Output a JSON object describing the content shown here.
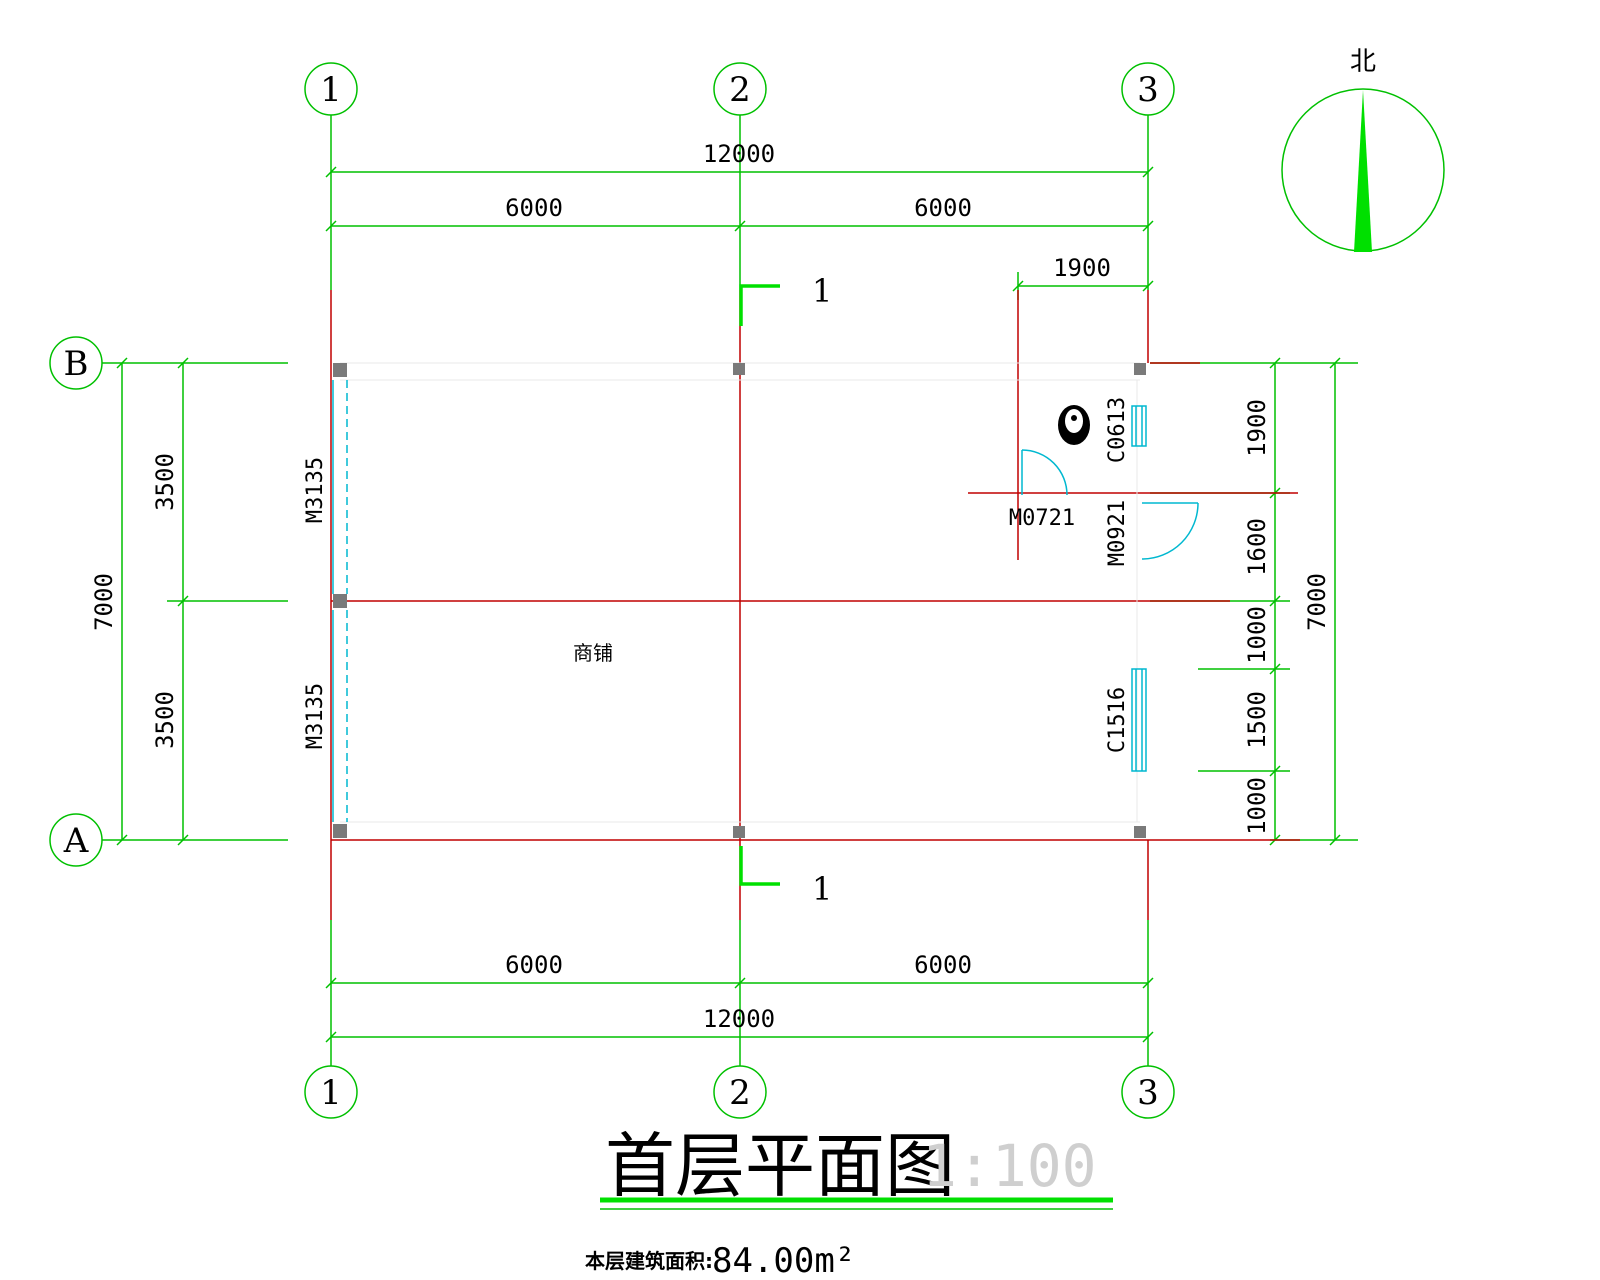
{
  "drawing": {
    "title": "首层平面图",
    "scale": "1:100",
    "area_label": "本层建筑面积:",
    "area_value": "84.00m²",
    "north_label": "北",
    "room_label": "商铺",
    "section_mark": "1"
  },
  "axes": {
    "vertical": [
      "1",
      "2",
      "3"
    ],
    "horizontal": [
      "A",
      "B"
    ]
  },
  "dimensions": {
    "top_total": "12000",
    "top_segments": [
      "6000",
      "6000"
    ],
    "top_right_small": "1900",
    "bottom_total": "12000",
    "bottom_segments": [
      "6000",
      "6000"
    ],
    "left_total": "7000",
    "left_segments": [
      "3500",
      "3500"
    ],
    "right_total": "7000",
    "right_segments": [
      "1900",
      "1600",
      "1000",
      "1500",
      "1000"
    ]
  },
  "openings": {
    "door_left_top": "M3135",
    "door_left_bottom": "M3135",
    "window_top": "C0613",
    "door_wc": "M0721",
    "door_right": "M0921",
    "window_right": "C1516"
  },
  "colors": {
    "dimension_green": "#00c000",
    "wall_red": "#c00000",
    "opening_cyan": "#00b8d0",
    "column_gray": "#7a7a7a",
    "bright_green": "#00e000"
  }
}
